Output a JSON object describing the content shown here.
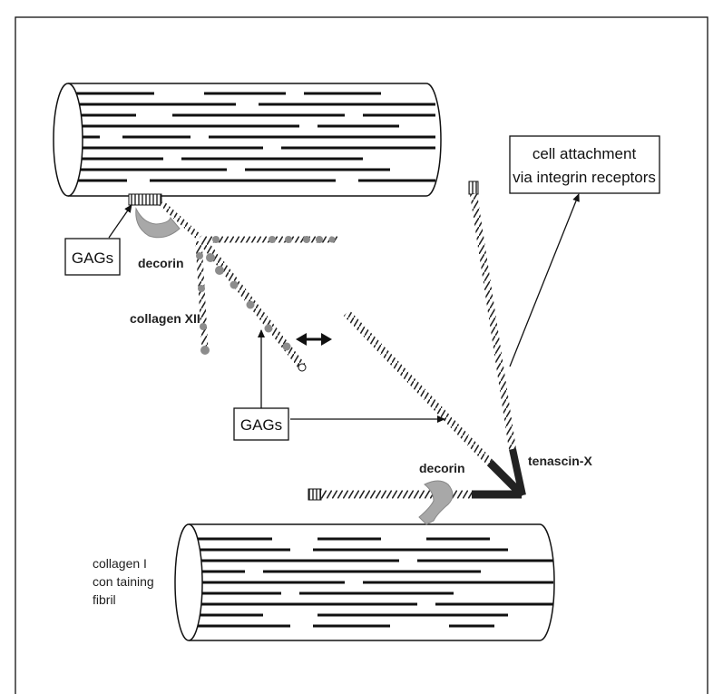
{
  "labels": {
    "gags_top": "GAGs",
    "decorin_top": "decorin",
    "collagen_xii": "collagen XII",
    "gags_center": "GAGs",
    "cell_attachment_line1": "cell attachment",
    "cell_attachment_line2": "via integrin receptors",
    "decorin_bottom": "decorin",
    "tenascin_x": "tenascin-X",
    "fibril_line1": "collagen I",
    "fibril_line2": "con taining",
    "fibril_line3": "fibril"
  },
  "colors": {
    "stroke": "#111111",
    "decorin": "#a8a8a8",
    "bead": "#8c8c8c"
  }
}
